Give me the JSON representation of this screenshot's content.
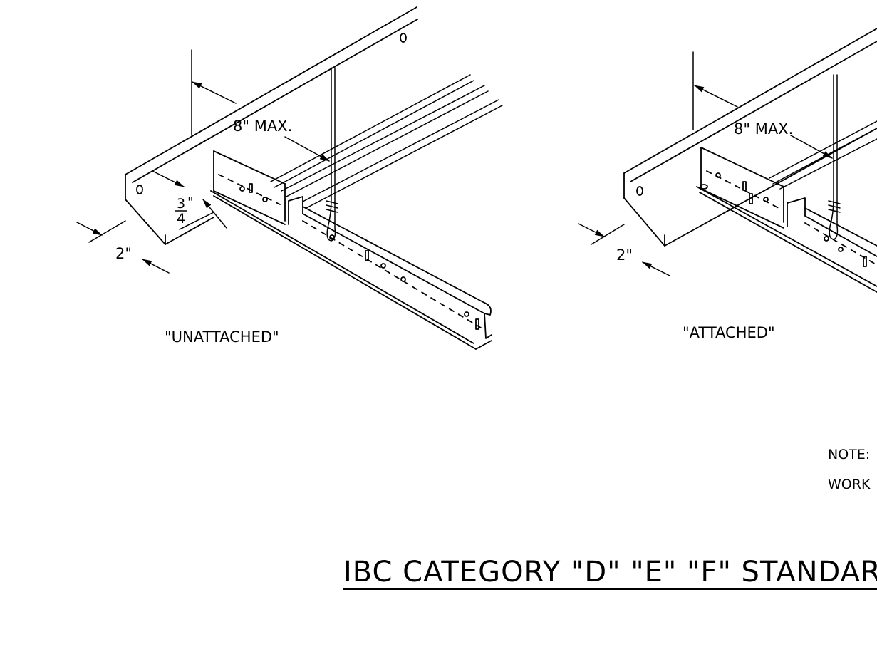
{
  "labels": {
    "max_left": "8\" MAX.",
    "max_right": "8\" MAX.",
    "three": "3",
    "four": "4",
    "inch_mark": "\"",
    "two_left": "2\"",
    "two_right": "2\"",
    "unattached": "\"UNATTACHED\"",
    "attached": "\"ATTACHED\""
  },
  "note": {
    "heading": "NOTE:",
    "body": "WORK"
  },
  "title": "IBC CATEGORY \"D\" \"E\" \"F\" STANDAR"
}
